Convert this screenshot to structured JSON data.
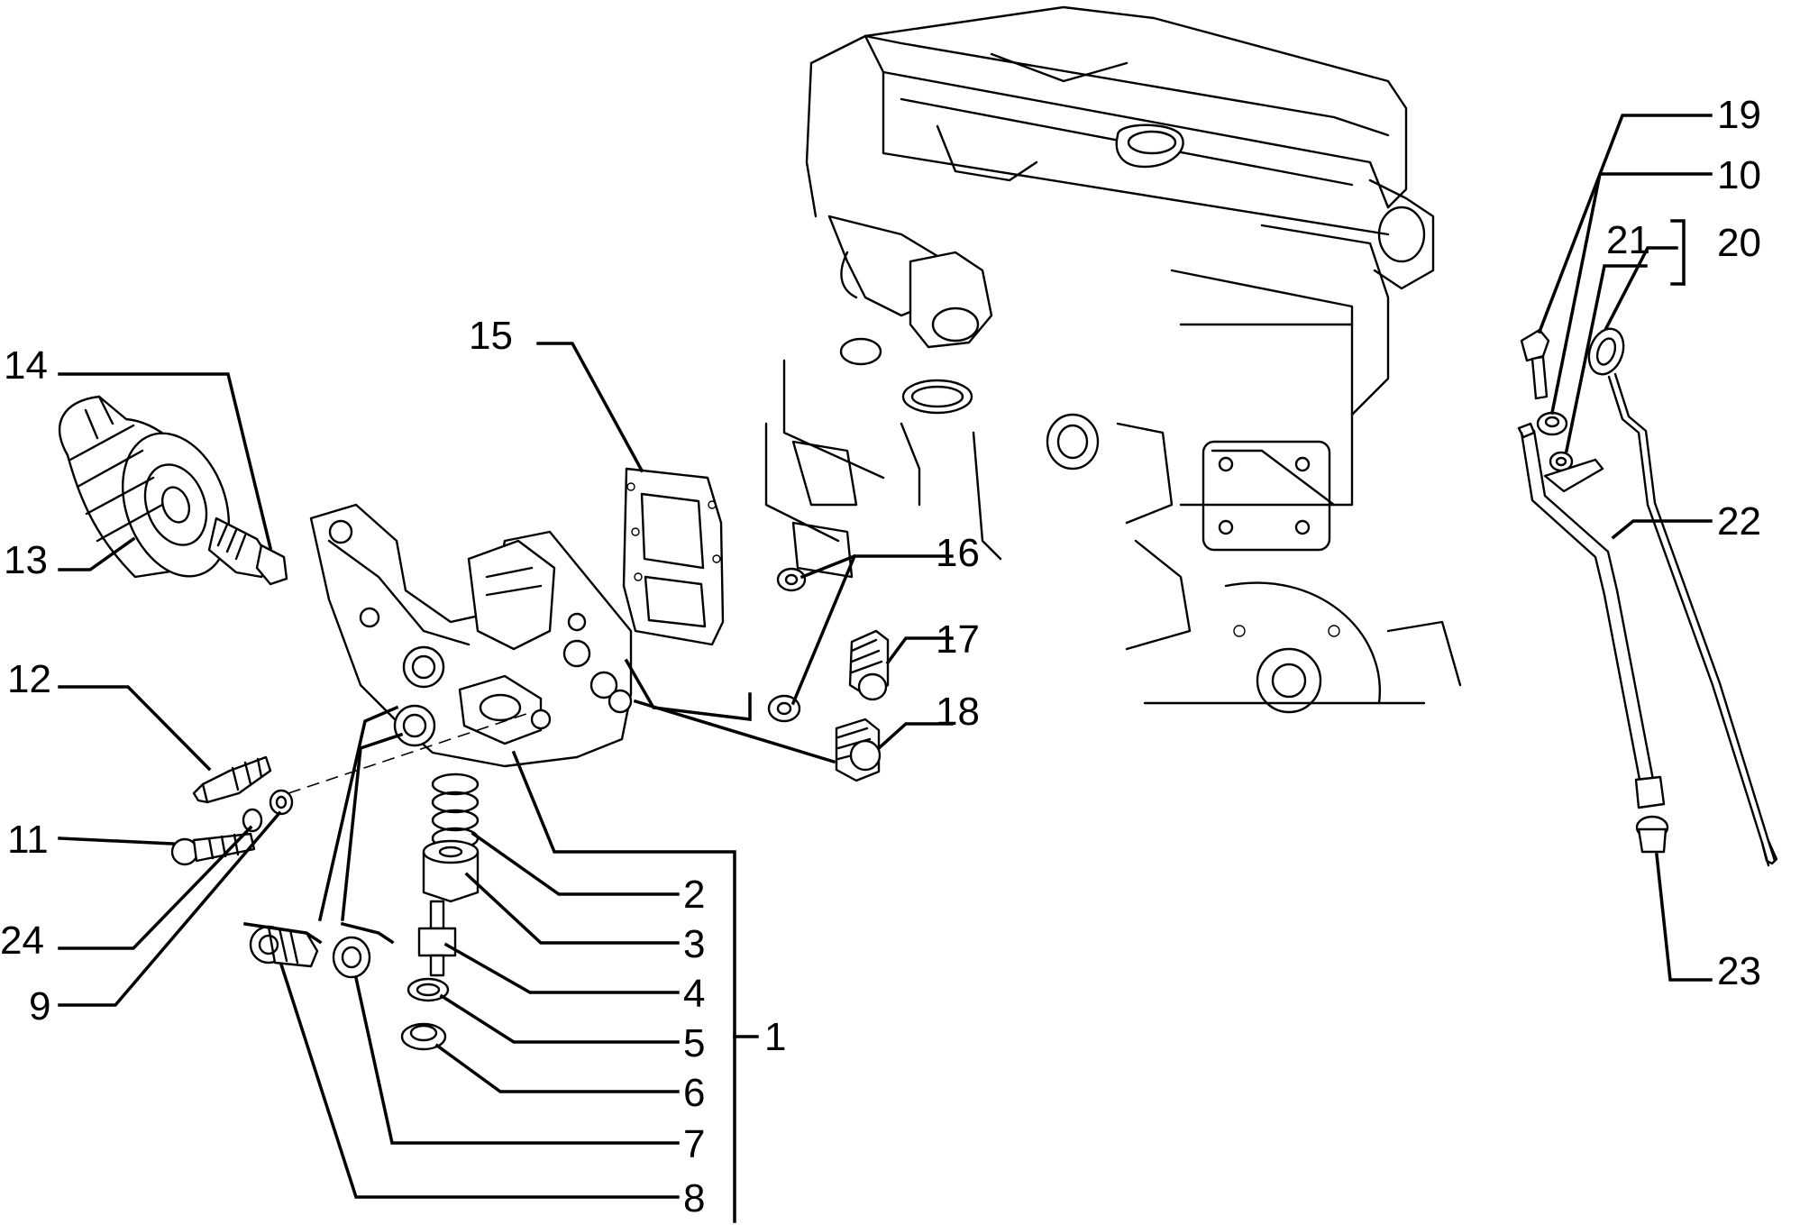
{
  "diagram": {
    "parts": [
      {
        "id": "p1",
        "label": "1"
      },
      {
        "id": "p2",
        "label": "2"
      },
      {
        "id": "p3",
        "label": "3"
      },
      {
        "id": "p4",
        "label": "4"
      },
      {
        "id": "p5",
        "label": "5"
      },
      {
        "id": "p6",
        "label": "6"
      },
      {
        "id": "p7",
        "label": "7"
      },
      {
        "id": "p8",
        "label": "8"
      },
      {
        "id": "p9",
        "label": "9"
      },
      {
        "id": "p10",
        "label": "10"
      },
      {
        "id": "p11",
        "label": "11"
      },
      {
        "id": "p12",
        "label": "12"
      },
      {
        "id": "p13",
        "label": "13"
      },
      {
        "id": "p14",
        "label": "14"
      },
      {
        "id": "p15",
        "label": "15"
      },
      {
        "id": "p16",
        "label": "16"
      },
      {
        "id": "p17",
        "label": "17"
      },
      {
        "id": "p18",
        "label": "18"
      },
      {
        "id": "p19",
        "label": "19"
      },
      {
        "id": "p20",
        "label": "20"
      },
      {
        "id": "p21",
        "label": "21"
      },
      {
        "id": "p22",
        "label": "22"
      },
      {
        "id": "p23",
        "label": "23"
      },
      {
        "id": "p24",
        "label": "24"
      }
    ]
  }
}
